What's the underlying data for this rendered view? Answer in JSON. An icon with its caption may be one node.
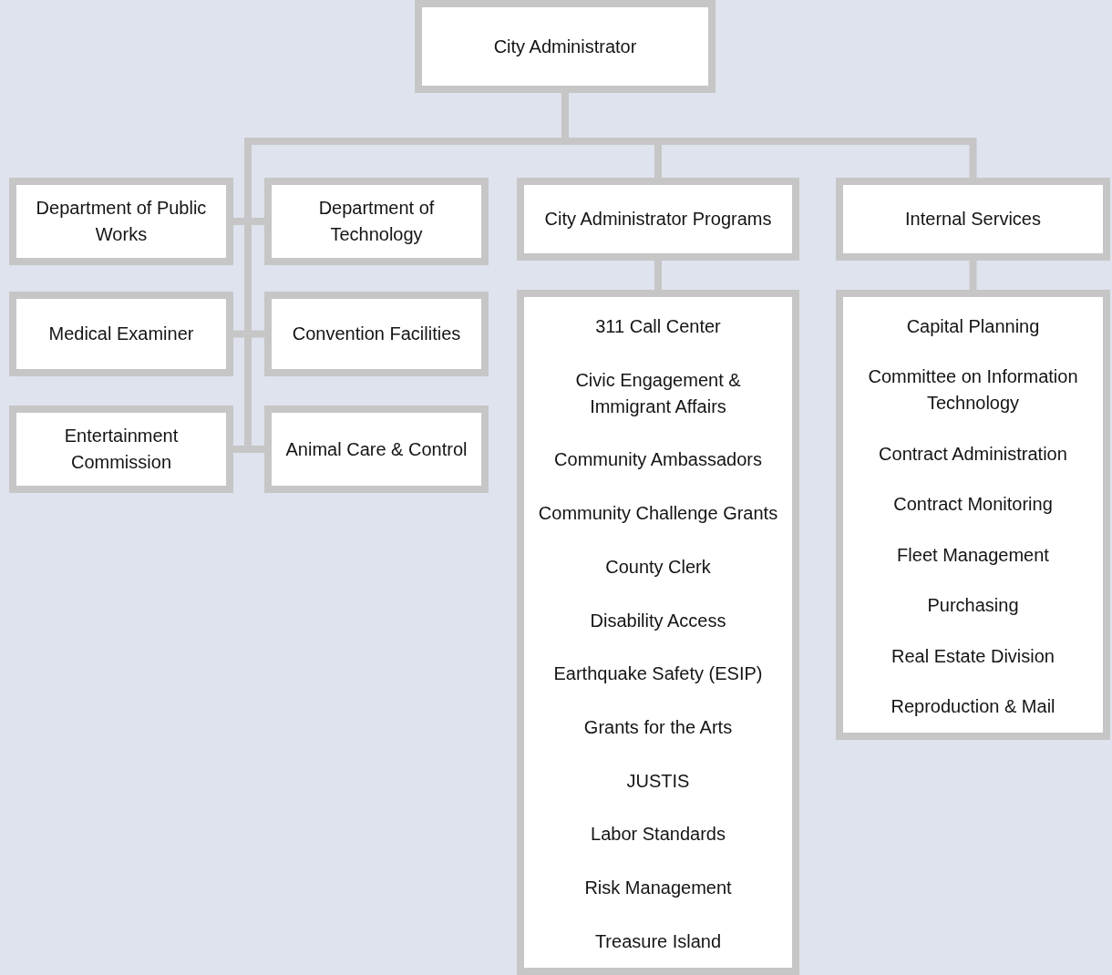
{
  "diagram": {
    "nodes": [
      {
        "text": [
          "City Administrator"
        ]
      },
      {
        "text": [
          "Department of Public Works"
        ]
      },
      {
        "text": [
          "Department of Technology"
        ]
      },
      {
        "text": [
          "City Administrator Programs"
        ]
      },
      {
        "text": [
          "Internal Services"
        ]
      },
      {
        "text": [
          "Medical Examiner"
        ]
      },
      {
        "text": [
          "Convention Facilities"
        ]
      },
      {
        "text": [
          "Entertainment Commission"
        ]
      },
      {
        "text": [
          "Animal Care & Control"
        ]
      },
      {
        "text": [
          "311 Call Center",
          "Civic Engagement & Immigrant Affairs",
          "Community Ambassadors",
          "Community Challenge Grants",
          "County Clerk",
          "Disability Access",
          "Earthquake Safety (ESIP)",
          "Grants for the Arts",
          "JUSTIS",
          "Labor Standards",
          "Risk Management",
          "Treasure Island"
        ]
      },
      {
        "text": [
          "Capital Planning",
          "Committee on Information Technology",
          "Contract Administration",
          "Contract Monitoring",
          "Fleet Management",
          "Purchasing",
          "Real Estate Division",
          "Reproduction & Mail"
        ]
      }
    ],
    "edges": [
      {
        "from": 0,
        "to": 1,
        "arrow": "none"
      },
      {
        "from": 0,
        "to": 2,
        "arrow": "none"
      },
      {
        "from": 0,
        "to": 3,
        "arrow": "none"
      },
      {
        "from": 0,
        "to": 4,
        "arrow": "none"
      },
      {
        "from": 0,
        "to": 5,
        "arrow": "none"
      },
      {
        "from": 0,
        "to": 6,
        "arrow": "none"
      },
      {
        "from": 0,
        "to": 7,
        "arrow": "none"
      },
      {
        "from": 0,
        "to": 8,
        "arrow": "none"
      },
      {
        "from": 3,
        "to": 9,
        "arrow": "none"
      },
      {
        "from": 4,
        "to": 10,
        "arrow": "none"
      }
    ]
  }
}
